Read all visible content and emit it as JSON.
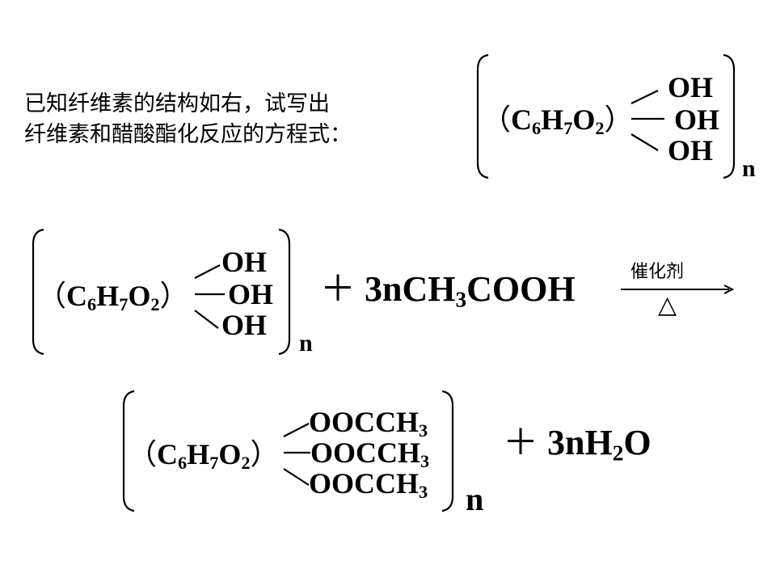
{
  "intro": {
    "line1": "已知纤维素的结构如右，试写出",
    "line2": "纤维素和醋酸酯化反应的方程式："
  },
  "formula": {
    "paren_open": "（",
    "paren_close": "）",
    "c": "C",
    "c_sub": "6",
    "h": "H",
    "h_sub": "7",
    "o": "O",
    "o_sub": "2",
    "hydroxyl": "OH",
    "repeat": "n"
  },
  "reaction": {
    "plus": "＋",
    "reagent_coef": "3nCH",
    "reagent_sub": "3",
    "reagent_tail": "COOH",
    "catalyst": "催化剂",
    "heat_symbol": "△",
    "ester_main": "OOCCH",
    "ester_sub": "3",
    "water_coef": "3nH",
    "water_sub": "2",
    "water_tail": "O"
  }
}
